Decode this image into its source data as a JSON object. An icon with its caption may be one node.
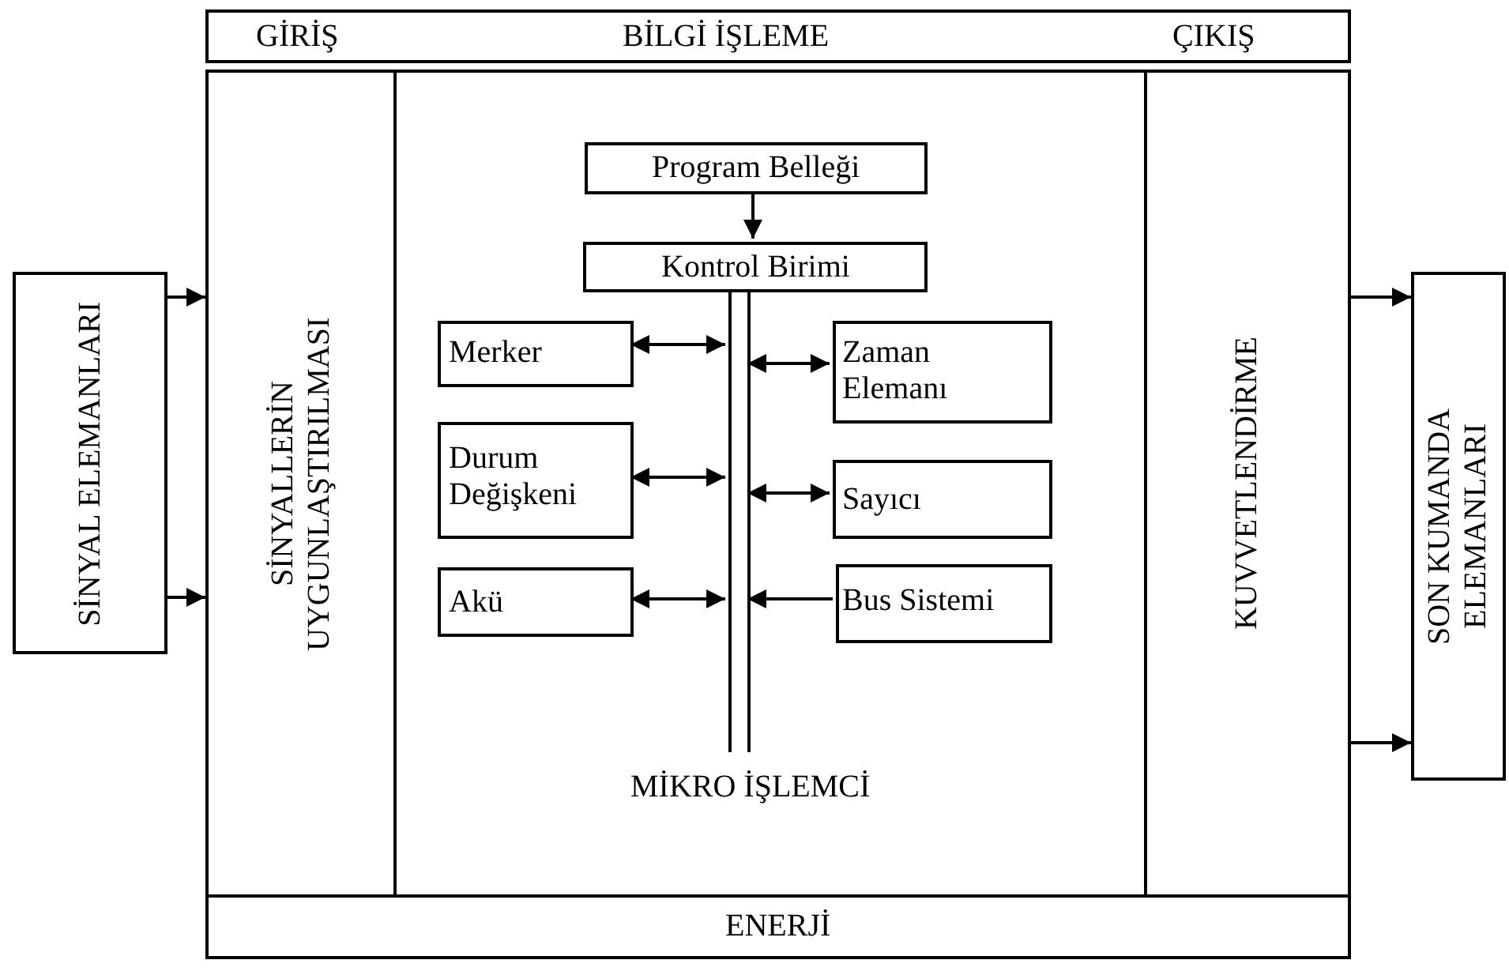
{
  "diagram": {
    "nodes": [
      {
        "text": [
          "GİRİŞ",
          "BİLGİ İŞLEME",
          "ÇIKIŞ"
        ]
      },
      {
        "text": [
          "SİNYAL ELEMANLARI"
        ]
      },
      {
        "text": [
          "SİNYALLERİN UYGUNLAŞTIRILMASI"
        ]
      },
      {
        "text": [
          "MİKRO İŞLEMCİ"
        ]
      },
      {
        "text": [
          "Program Belleği"
        ],
        "in": 3
      },
      {
        "text": [
          "Kontrol Birimi"
        ],
        "in": 3
      },
      {
        "text": [
          "Merker"
        ],
        "in": 3
      },
      {
        "text": [
          "Zaman Elemanı"
        ],
        "in": 3
      },
      {
        "text": [
          "Durum Değişkeni"
        ],
        "in": 3
      },
      {
        "text": [
          "Sayıcı"
        ],
        "in": 3
      },
      {
        "text": [
          "Akü"
        ],
        "in": 3
      },
      {
        "text": [
          "Bus Sistemi"
        ],
        "in": 3
      },
      {
        "text": [],
        "shape": "bar",
        "in": 3
      },
      {
        "text": [
          "KUVVETLENDİRME"
        ]
      },
      {
        "text": [
          "SON KUMANDA ELEMANLARI"
        ]
      },
      {
        "text": [
          "ENERJİ"
        ]
      }
    ],
    "edges": [
      {
        "from": 1,
        "to": 2,
        "arrow": "to"
      },
      {
        "from": 1,
        "to": 2,
        "arrow": "to"
      },
      {
        "from": 4,
        "to": 5,
        "arrow": "to"
      },
      {
        "from": 6,
        "to": 12,
        "arrow": "both"
      },
      {
        "from": 7,
        "to": 12,
        "arrow": "both"
      },
      {
        "from": 8,
        "to": 12,
        "arrow": "both"
      },
      {
        "from": 9,
        "to": 12,
        "arrow": "both"
      },
      {
        "from": 10,
        "to": 12,
        "arrow": "both"
      },
      {
        "from": 11,
        "to": 12,
        "arrow": "to"
      },
      {
        "from": 13,
        "to": 14,
        "arrow": "to"
      },
      {
        "from": 13,
        "to": 14,
        "arrow": "to"
      }
    ]
  }
}
